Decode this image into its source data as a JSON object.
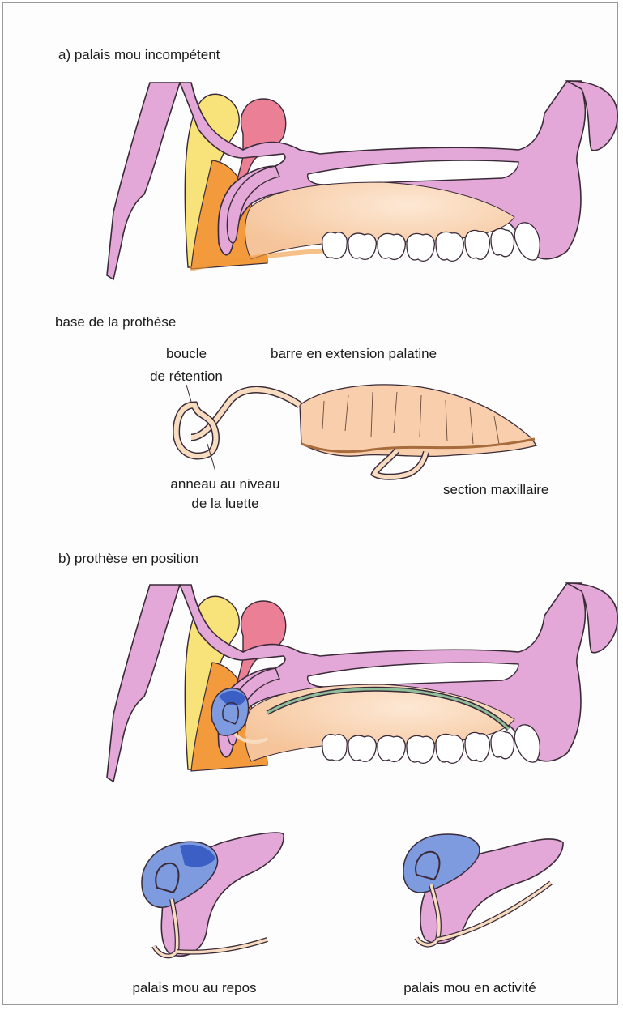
{
  "panel_a": {
    "title": "a) palais mou incompétent"
  },
  "prosthesis": {
    "base_label": "base de la prothèse",
    "loop_label_1": "boucle",
    "loop_label_2": "de rétention",
    "bar_label": "barre en extension palatine",
    "ring_label_1": "anneau au niveau",
    "ring_label_2": "de la luette",
    "maxillary_label": "section maxillaire"
  },
  "panel_b": {
    "title": "b) prothèse en position"
  },
  "details": {
    "rest_label": "palais mou au repos",
    "active_label": "palais mou en activité"
  },
  "colors": {
    "bone": "#e3a8d8",
    "bone_stroke": "#3a2a38",
    "fat": "#f8e27a",
    "muscle": "#f29a3c",
    "tonsil": "#ea7f96",
    "palate_base": "#f8ceac",
    "tooth": "#ffffff",
    "appliance_blue": "#7f9be0",
    "appliance_dark_blue": "#3b5fc4",
    "wire": "#f7dcc0",
    "bar_green": "#8fbf9a"
  }
}
